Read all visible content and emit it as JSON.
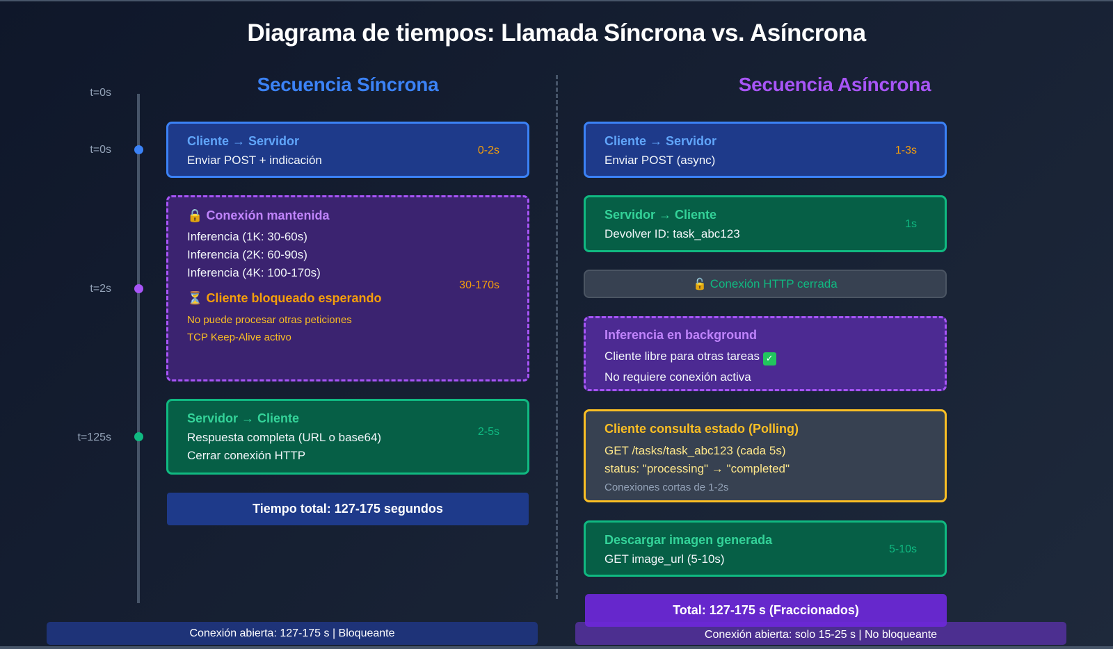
{
  "title": "Diagrama de tiempos: Llamada Síncrona vs. Asíncrona",
  "colors": {
    "sync_accent": "#3b82f6",
    "async_accent": "#a855f7",
    "success": "#10b981",
    "warning": "#f59e0b",
    "background": "#0f172a"
  },
  "sync": {
    "heading": "Secuencia Síncrona",
    "timeline": {
      "top_label": "t=0s",
      "ticks": [
        {
          "label": "t=0s",
          "color": "#3b82f6"
        },
        {
          "label": "t=2s",
          "color": "#a855f7"
        },
        {
          "label": "t=125s",
          "color": "#10b981"
        }
      ]
    },
    "steps": [
      {
        "head": "Cliente → Servidor",
        "lines": [
          "Enviar POST + indicación"
        ],
        "duration": "0-2s"
      },
      {
        "icon": "lock-icon",
        "icon_glyph": "🔒",
        "head": "Conexión mantenida",
        "lines": [
          "Inferencia (1K: 30-60s)",
          "Inferencia (2K: 60-90s)",
          "Inferencia (4K: 100-170s)"
        ],
        "duration": "30-170s",
        "blocked": {
          "icon": "hourglass-icon",
          "icon_glyph": "⏳",
          "head": "Cliente bloqueado esperando",
          "lines": [
            "No puede procesar otras peticiones",
            "TCP Keep-Alive activo"
          ]
        }
      },
      {
        "head": "Servidor → Cliente",
        "lines": [
          "Respuesta completa (URL o base64)",
          "Cerrar conexión HTTP"
        ],
        "duration": "2-5s"
      }
    ],
    "total": "Tiempo total: 127-175 segundos",
    "banner": "Conexión abierta: 127-175 s | Bloqueante"
  },
  "async": {
    "heading": "Secuencia Asíncrona",
    "steps": [
      {
        "head": "Cliente → Servidor",
        "lines": [
          "Enviar POST (async)"
        ],
        "duration": "1-3s"
      },
      {
        "head": "Servidor → Cliente",
        "lines": [
          "Devolver ID: task_abc123"
        ],
        "duration": "1s"
      },
      {
        "icon": "unlock-icon",
        "icon_glyph": "🔓",
        "label": "Conexión HTTP cerrada"
      },
      {
        "head": "Inferencia en background",
        "lines": [
          "Cliente libre para otras tareas",
          "No requiere conexión activa"
        ],
        "check_glyph": "✅"
      },
      {
        "head": "Cliente consulta estado (Polling)",
        "lines": [
          "GET /tasks/task_abc123 (cada 5s)",
          "status: \"processing\" → \"completed\""
        ],
        "note": "Conexiones cortas de 1-2s"
      },
      {
        "head": "Descargar imagen generada",
        "lines": [
          "GET image_url (5-10s)"
        ],
        "duration": "5-10s"
      }
    ],
    "total": "Total: 127-175 s (Fraccionados)",
    "banner": "Conexión abierta: solo 15-25 s | No bloqueante"
  }
}
